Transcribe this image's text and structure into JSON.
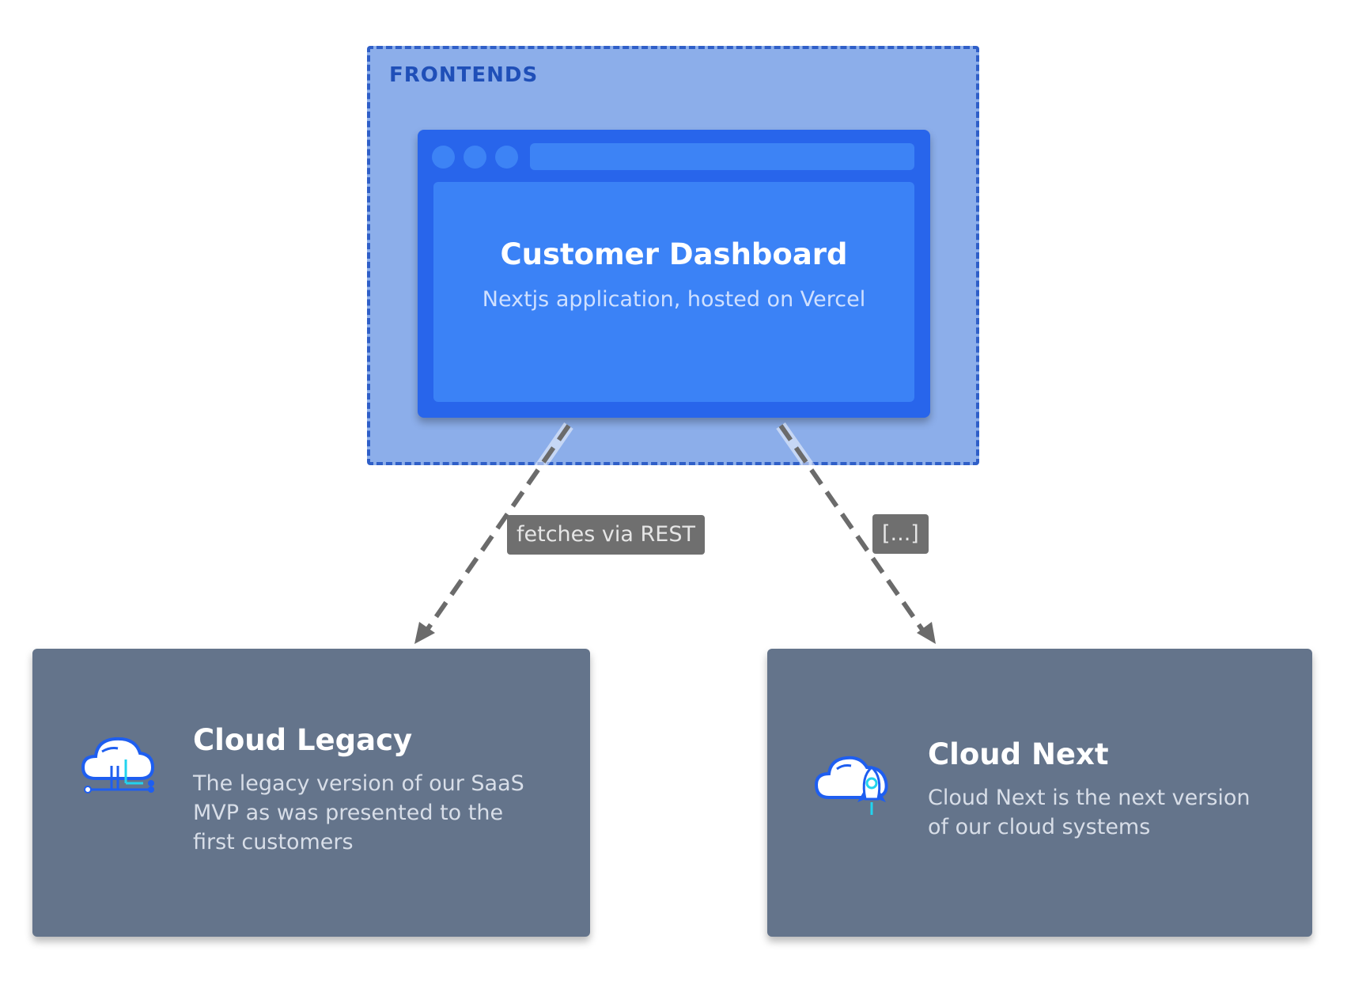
{
  "group": {
    "label": "FRONTENDS"
  },
  "dashboard": {
    "title": "Customer Dashboard",
    "description": "Nextjs application, hosted on Vercel"
  },
  "edges": [
    {
      "label": "fetches via REST"
    },
    {
      "label": "[...]"
    }
  ],
  "cards": [
    {
      "title": "Cloud Legacy",
      "description": "The legacy version of our SaaS MVP as was presented to the first customers",
      "icon": "cloud-circuit-icon"
    },
    {
      "title": "Cloud Next",
      "description": "Cloud Next is the next version of our cloud systems",
      "icon": "cloud-rocket-icon"
    }
  ],
  "colors": {
    "group_fill": "#8caeea",
    "group_border": "#2f5fc8",
    "browser_frame": "#2865eb",
    "browser_content": "#3b82f6",
    "card_fill": "#64748b",
    "edge": "#6b6b6b"
  }
}
